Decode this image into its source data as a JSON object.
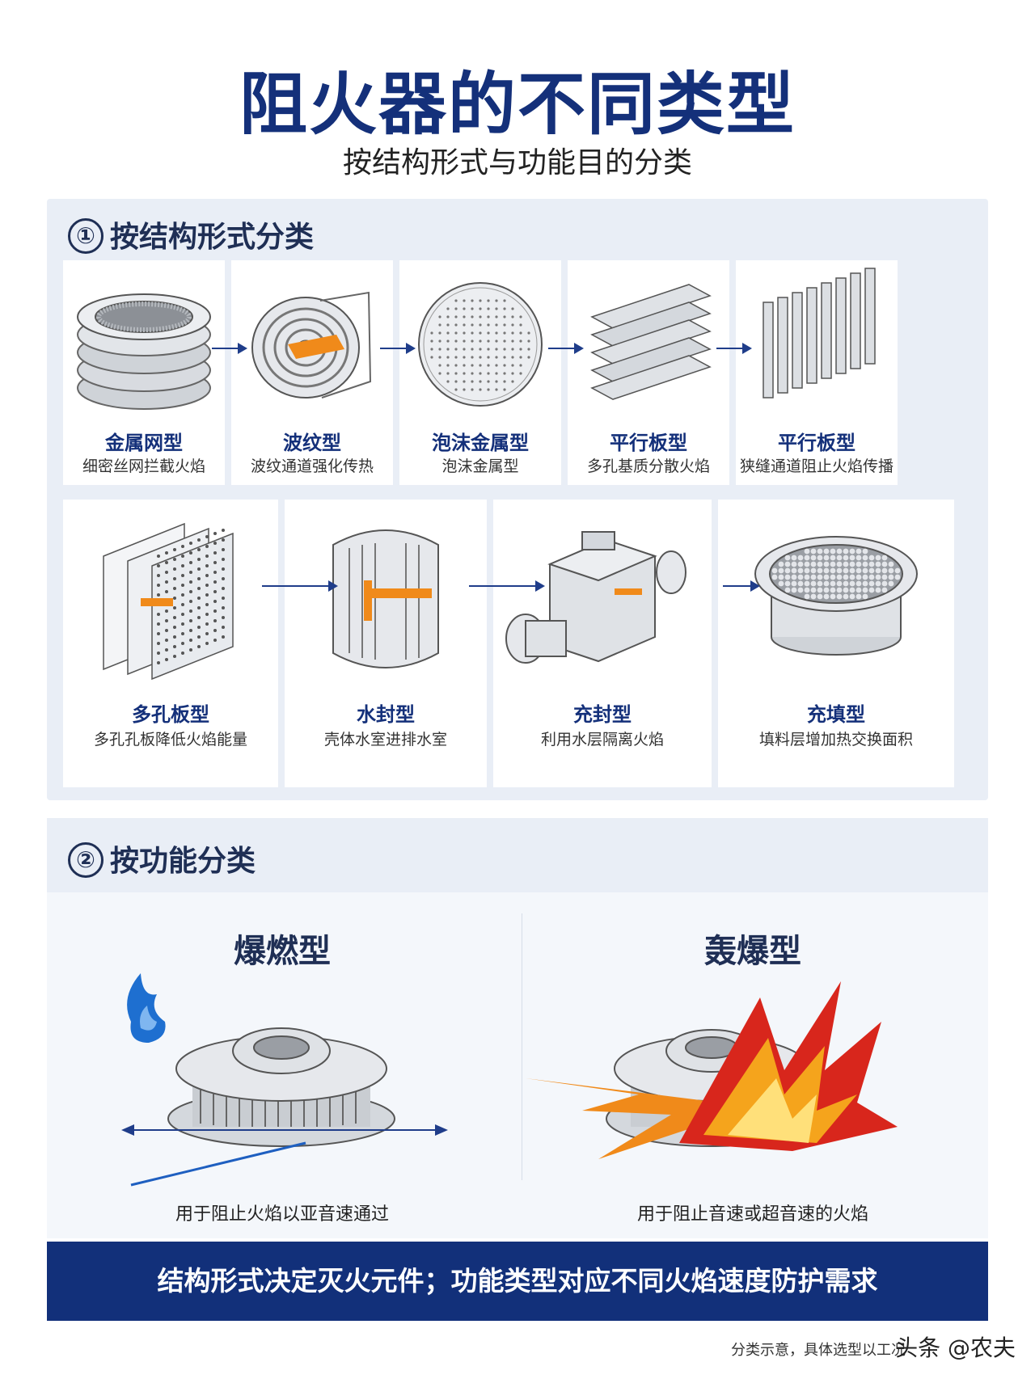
{
  "header": {
    "title": "阻火器的不同类型",
    "subtitle": "按结构形式与功能目的分类"
  },
  "section1": {
    "number": "①",
    "heading": "按结构形式分类",
    "cards": [
      {
        "name": "金属网型",
        "desc": "细密丝网拦截火焰"
      },
      {
        "name": "波纹型",
        "desc": "波纹通道强化传热"
      },
      {
        "name": "泡沫金属型",
        "desc": "泡沫金属型"
      },
      {
        "name": "平行板型",
        "desc": "多孔基质分散火焰"
      },
      {
        "name": "平行板型",
        "desc": "狭缝通道阻止火焰传播"
      },
      {
        "name": "多孔板型",
        "desc": "多孔孔板降低火焰能量"
      },
      {
        "name": "水封型",
        "desc": "壳体水室进排水室"
      },
      {
        "name": "充封型",
        "desc": "利用水层隔离火焰"
      },
      {
        "name": "充填型",
        "desc": "填料层增加热交换面积"
      }
    ]
  },
  "section2": {
    "number": "②",
    "heading": "按功能分类",
    "items": [
      {
        "name": "爆燃型",
        "desc": "用于阻止火焰以亚音速通过"
      },
      {
        "name": "轰爆型",
        "desc": "用于阻止音速或超音速的火焰"
      }
    ]
  },
  "banner": {
    "text": "结构形式决定灭火元件；功能类型对应不同火焰速度防护需求"
  },
  "footer": {
    "note": "分类示意，具体选型以工况",
    "watermark": "头条 @农夫"
  },
  "colors": {
    "title": "#14307a",
    "panel_bg": "#e9eef6",
    "banner_bg": "#12307a",
    "flame_orange": "#f08a1a",
    "flame_red": "#d8261c",
    "flame_blue": "#1e6fd0"
  }
}
